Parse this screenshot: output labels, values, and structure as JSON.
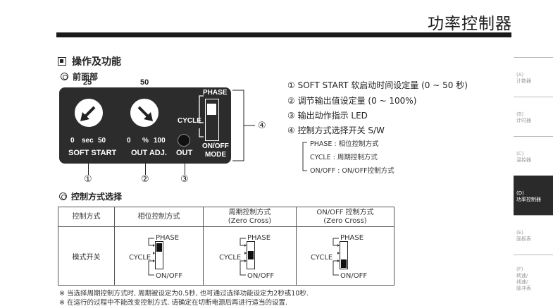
{
  "header": {
    "title": "功率控制器"
  },
  "section": {
    "title": "操作及功能"
  },
  "front": {
    "title": "前面部",
    "knob1": {
      "top": "25",
      "left": "0",
      "unit": "sec",
      "right": "50",
      "label": "SOFT START"
    },
    "knob2": {
      "top": "50",
      "left": "0",
      "unit": "%",
      "right": "100",
      "label": "OUT ADJ."
    },
    "led_label": "OUT",
    "switch": {
      "phase": "PHASE",
      "cycle": "CYCLE",
      "onoff": "ON/OFF",
      "mode": "MODE"
    },
    "callouts": [
      "①",
      "②",
      "③",
      "④"
    ]
  },
  "descriptions": [
    "① SOFT START 软启动时间设定量 (0 ~ 50 秒)",
    "② 调节输出值设定量 (0 ~ 100%)",
    "③ 输出动作指示 LED",
    "④ 控制方式选择开关 S/W"
  ],
  "desc_sub": [
    "PHASE : 相位控制方式",
    "CYCLE : 周期控制方式",
    "ON/OFF : ON/OFF控制方式"
  ],
  "mode_select": {
    "title": "控制方式选择"
  },
  "table": {
    "h0": "控制方式",
    "h1": "相位控制方式",
    "h2a": "周期控制方式",
    "h2b": "(Zero Cross)",
    "h3a": "ON/OFF 控制方式",
    "h3b": "(Zero Cross)",
    "row_label": "模式开关",
    "phase": "PHASE",
    "cycle": "CYCLE",
    "onoff": "ON/OFF"
  },
  "notes": [
    "※ 当选择周期控制方式时, 周期被设定为0.5秒, 也可通过选择功能设定为2秒或10秒.",
    "※ 在运行的过程中不能改变控制方式. 请确定在切断电源后再进行适当的设置."
  ],
  "sidebar": [
    {
      "code": "(A)",
      "name": "计数器"
    },
    {
      "code": "(B)",
      "name": "计时器"
    },
    {
      "code": "(C)",
      "name": "温控器"
    },
    {
      "code": "(D)",
      "name": "功率控制器"
    },
    {
      "code": "(E)",
      "name": "面板表"
    },
    {
      "code": "(F)",
      "name": "转速/",
      "name2": "线速/",
      "name3": "脉冲表"
    }
  ]
}
